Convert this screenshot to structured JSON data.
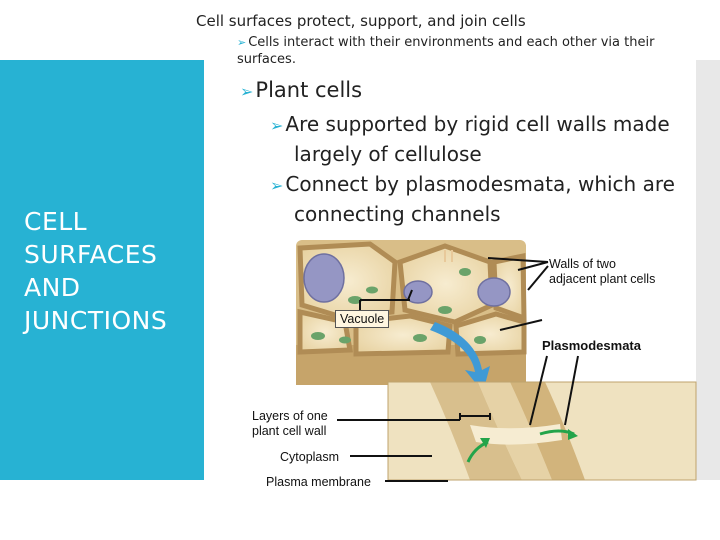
{
  "slide": {
    "top_title": "Cell surfaces protect, support, and join cells",
    "sub_bullet": "Cells interact with their environments and each other via their surfaces.",
    "section_title": "CELL SURFACES AND JUNCTIONS",
    "bullet_glyph": "",
    "plant_cells": "Plant cells",
    "point1": "Are supported by rigid cell walls made largely of cellulose",
    "point2": "Connect by plasmodesmata, which are connecting channels"
  },
  "figure": {
    "labels": {
      "walls": "Walls of two adjacent plant cells",
      "vacuole": "Vacuole",
      "plasmodesmata": "Plasmodesmata",
      "layers": "Layers of one plant cell wall",
      "cytoplasm": "Cytoplasm",
      "plasma_membrane": "Plasma membrane"
    }
  },
  "colors": {
    "accent": "#27b2d3",
    "cell_wall": "#dcc089",
    "cytoplasm": "#f2e3bf",
    "vacuole": "#9596c4",
    "chloroplast": "#6aa36a",
    "arrow": "#3f9ad6",
    "green_arrow": "#23a44a"
  }
}
